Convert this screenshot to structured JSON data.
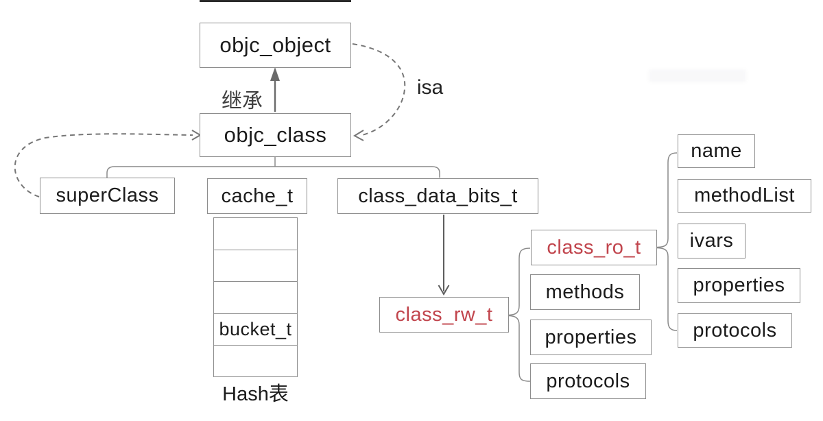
{
  "labels": {
    "inheritance": "继承",
    "isa": "isa",
    "hash_table": "Hash表"
  },
  "nodes": {
    "objc_object": {
      "label": "objc_object"
    },
    "objc_class": {
      "label": "objc_class"
    },
    "superclass": {
      "label": "superClass"
    },
    "cache_t": {
      "label": "cache_t"
    },
    "class_data_bits_t": {
      "label": "class_data_bits_t"
    },
    "class_rw_t": {
      "label": "class_rw_t",
      "emphasis": "red"
    },
    "class_ro_t": {
      "label": "class_ro_t",
      "emphasis": "red"
    },
    "rw_methods": {
      "label": "methods"
    },
    "rw_properties": {
      "label": "properties"
    },
    "rw_protocols": {
      "label": "protocols"
    },
    "ro_name": {
      "label": "name"
    },
    "ro_methodList": {
      "label": "methodList"
    },
    "ro_ivars": {
      "label": "ivars"
    },
    "ro_properties": {
      "label": "properties"
    },
    "ro_protocols": {
      "label": "protocols"
    }
  },
  "cache_table": {
    "rows": [
      "",
      "",
      "",
      "bucket_t",
      ""
    ]
  },
  "colors": {
    "box_border": "#8d8d8d",
    "connector_line": "#7d7d7d",
    "arrow": "#666666",
    "text": "#1b1b1b",
    "red_accent": "#c1454d",
    "background": "#ffffff"
  }
}
